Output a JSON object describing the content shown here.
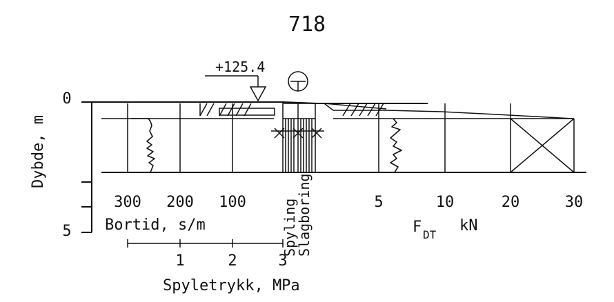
{
  "page_number": "718",
  "level_marker": "+125.4",
  "symbol": "T",
  "depth_axis": {
    "label": "Dybde, m",
    "ticks": [
      "0",
      "5"
    ]
  },
  "bortid_axis": {
    "label": "Bortid, s/m",
    "ticks": [
      "300",
      "200",
      "100"
    ]
  },
  "force_axis": {
    "label_main": "F",
    "label_sub": "DT",
    "unit": "kN",
    "ticks": [
      "5",
      "10",
      "20",
      "30"
    ]
  },
  "pressure_axis": {
    "label": "Spyletrykk, MPa",
    "ticks": [
      "1",
      "2",
      "3"
    ]
  },
  "column_labels": {
    "spyling": "Spyling",
    "slagboring": "Slagboring"
  }
}
